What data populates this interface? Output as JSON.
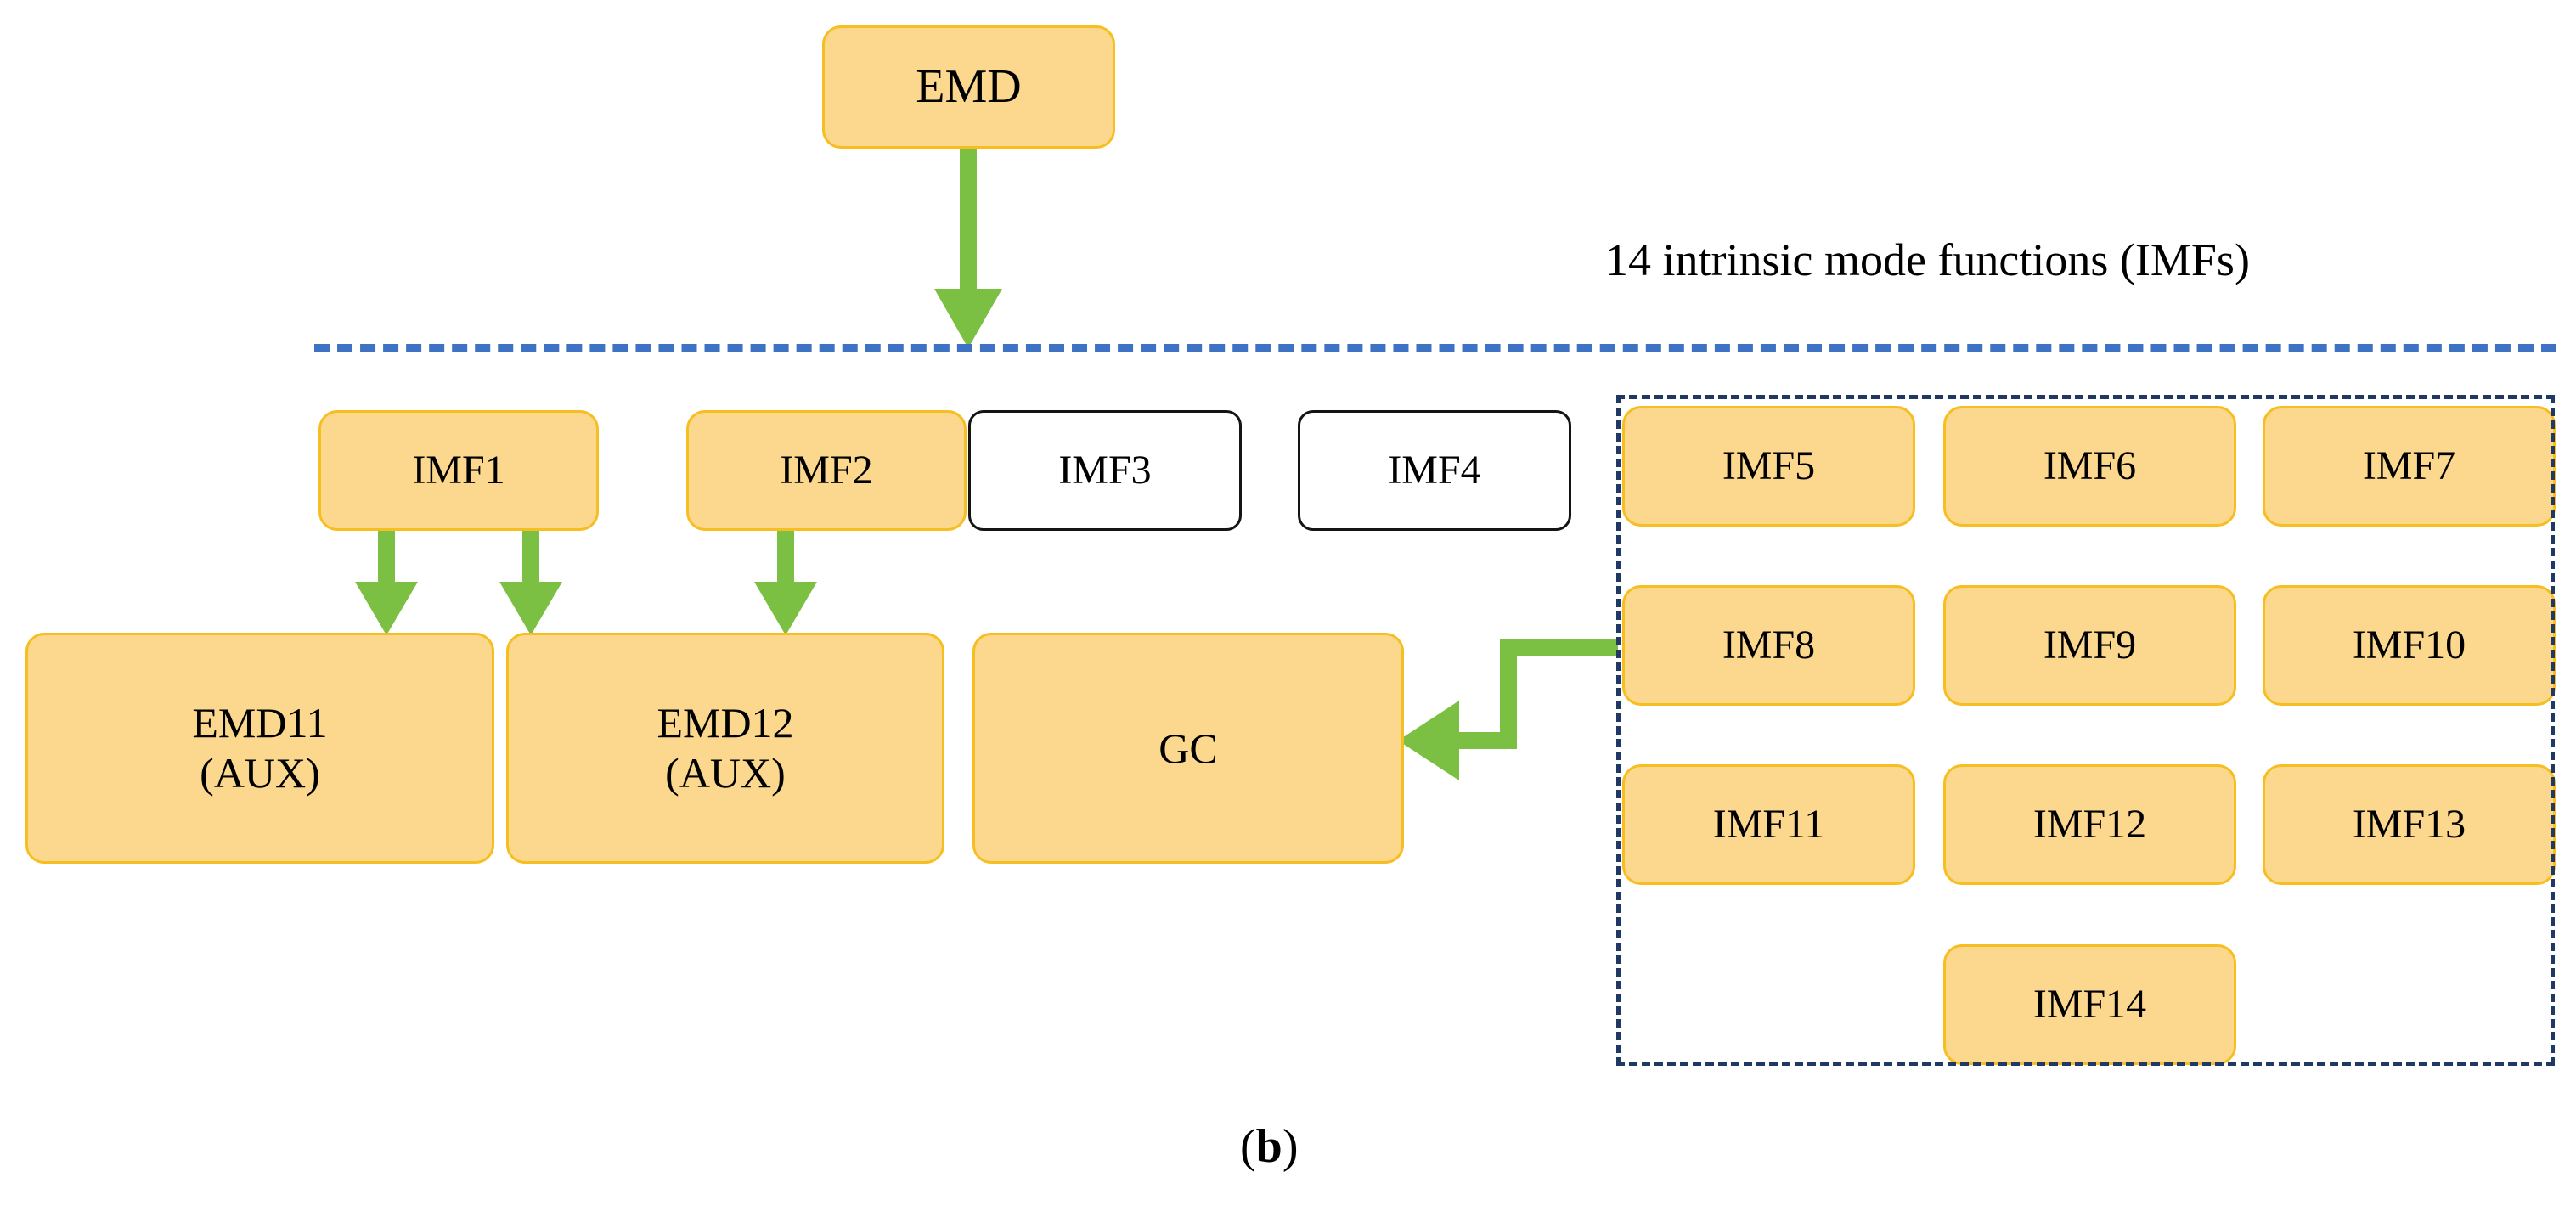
{
  "figure": {
    "label_prefix": "(",
    "label_letter": "b",
    "label_suffix": ")",
    "background_color": "#ffffff"
  },
  "palette": {
    "node_fill": "#FBD88E",
    "node_border": "#F7BE21",
    "plain_fill": "#FFFFFF",
    "plain_border": "#141414",
    "arrow_green": "#7BC043",
    "divider_blue": "#3E72C4",
    "group_dash_navy": "#1F3864",
    "text_color": "#000000"
  },
  "annotations": {
    "imfs_note": "14 intrinsic mode functions (IMFs)"
  },
  "nodes": {
    "emd": {
      "label": "EMD"
    },
    "imf1": {
      "label": "IMF1"
    },
    "imf2": {
      "label": "IMF2"
    },
    "imf3": {
      "label": "IMF3"
    },
    "imf4": {
      "label": "IMF4"
    },
    "emd11": {
      "label": "EMD11\n(AUX)"
    },
    "emd12": {
      "label": "EMD12\n(AUX)"
    },
    "gc": {
      "label": "GC"
    },
    "imf5": {
      "label": "IMF5"
    },
    "imf6": {
      "label": "IMF6"
    },
    "imf7": {
      "label": "IMF7"
    },
    "imf8": {
      "label": "IMF8"
    },
    "imf9": {
      "label": "IMF9"
    },
    "imf10": {
      "label": "IMF10"
    },
    "imf11": {
      "label": "IMF11"
    },
    "imf12": {
      "label": "IMF12"
    },
    "imf13": {
      "label": "IMF13"
    },
    "imf14": {
      "label": "IMF14"
    }
  },
  "edges": [
    {
      "name": "emd-to-imfs",
      "from": "emd",
      "to": "imf-divider"
    },
    {
      "name": "imf1-to-emd11",
      "from": "imf1",
      "to": "emd11"
    },
    {
      "name": "imf1-to-emd12",
      "from": "imf1",
      "to": "emd12"
    },
    {
      "name": "imf2-to-emd12",
      "from": "imf2",
      "to": "emd12"
    },
    {
      "name": "imf8-to-gc",
      "from": "imf8",
      "to": "gc"
    }
  ]
}
